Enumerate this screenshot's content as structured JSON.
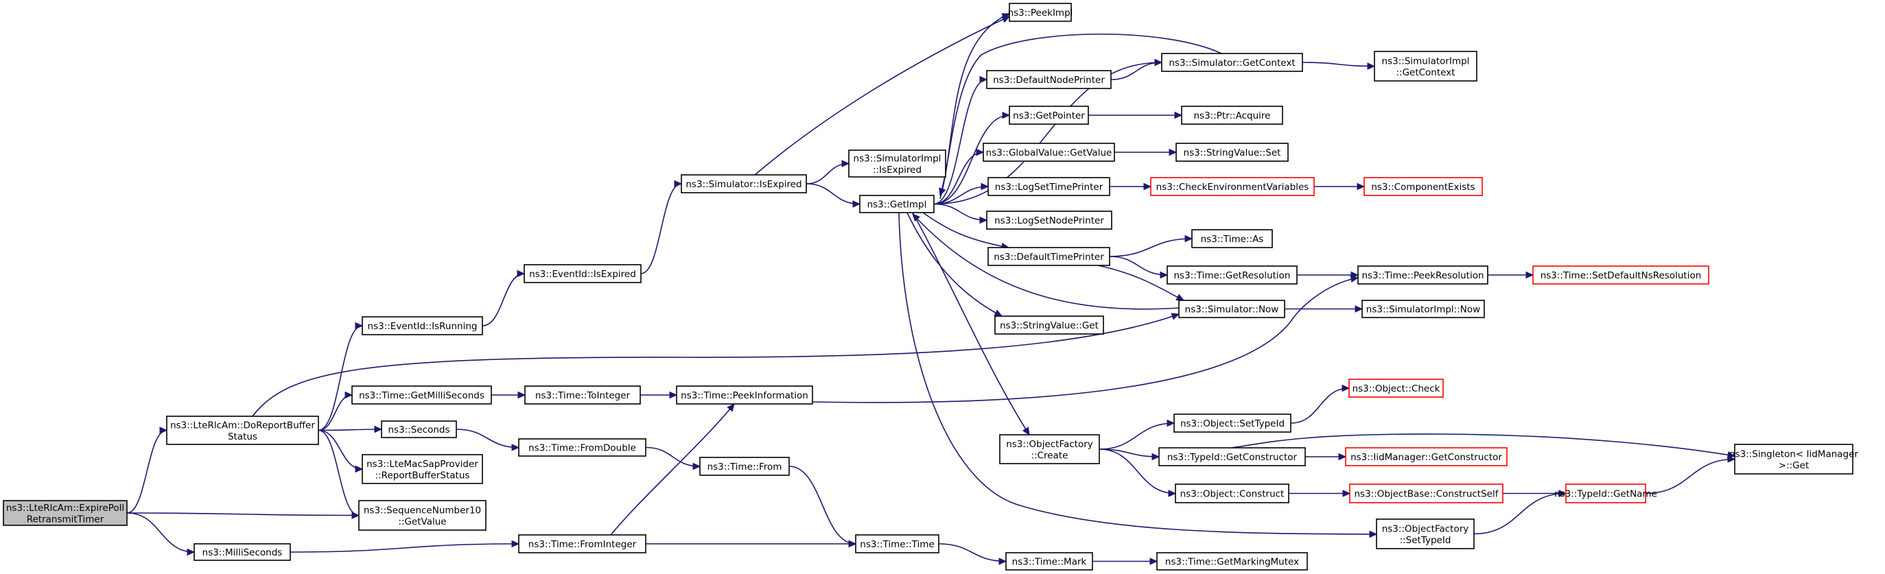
{
  "colors": {
    "edge": "#191970",
    "root_fill": "#bfbfbf",
    "normal_border": "#000000",
    "truncated_border": "#ff0000",
    "node_fill": "#ffffff"
  },
  "nodes": [
    {
      "id": "root",
      "lines": [
        "ns3::LteRlcAm::ExpirePoll",
        "RetransmitTimer"
      ],
      "style": "root"
    },
    {
      "id": "doReport",
      "lines": [
        "ns3::LteRlcAm::DoReportBuffer",
        "Status"
      ],
      "style": "normal"
    },
    {
      "id": "milliSeconds",
      "lines": [
        "ns3::MilliSeconds"
      ],
      "style": "normal"
    },
    {
      "id": "seqGetValue",
      "lines": [
        "ns3::SequenceNumber10",
        "::GetValue"
      ],
      "style": "normal"
    },
    {
      "id": "isRunning",
      "lines": [
        "ns3::EventId::IsRunning"
      ],
      "style": "normal"
    },
    {
      "id": "getMilliSeconds",
      "lines": [
        "ns3::Time::GetMilliSeconds"
      ],
      "style": "normal"
    },
    {
      "id": "seconds",
      "lines": [
        "ns3::Seconds"
      ],
      "style": "normal"
    },
    {
      "id": "macSap",
      "lines": [
        "ns3::LteMacSapProvider",
        "::ReportBufferStatus"
      ],
      "style": "normal"
    },
    {
      "id": "simNow",
      "lines": [
        "ns3::Simulator::Now"
      ],
      "style": "normal"
    },
    {
      "id": "eventIsExpired",
      "lines": [
        "ns3::EventId::IsExpired"
      ],
      "style": "normal"
    },
    {
      "id": "toInteger",
      "lines": [
        "ns3::Time::ToInteger"
      ],
      "style": "normal"
    },
    {
      "id": "fromDouble",
      "lines": [
        "ns3::Time::FromDouble"
      ],
      "style": "normal"
    },
    {
      "id": "fromInteger",
      "lines": [
        "ns3::Time::FromInteger"
      ],
      "style": "normal"
    },
    {
      "id": "simIsExpired",
      "lines": [
        "ns3::Simulator::IsExpired"
      ],
      "style": "normal"
    },
    {
      "id": "peekInformation",
      "lines": [
        "ns3::Time::PeekInformation"
      ],
      "style": "normal"
    },
    {
      "id": "timeFrom",
      "lines": [
        "ns3::Time::From"
      ],
      "style": "normal"
    },
    {
      "id": "peekImpl",
      "lines": [
        "ns3::PeekImpl"
      ],
      "style": "normal"
    },
    {
      "id": "simImplIsExpired",
      "lines": [
        "ns3::SimulatorImpl",
        "::IsExpired"
      ],
      "style": "normal"
    },
    {
      "id": "getImpl",
      "lines": [
        "ns3::GetImpl"
      ],
      "style": "normal"
    },
    {
      "id": "timeTime",
      "lines": [
        "ns3::Time::Time"
      ],
      "style": "normal"
    },
    {
      "id": "defaultNodePrinter",
      "lines": [
        "ns3::DefaultNodePrinter"
      ],
      "style": "normal"
    },
    {
      "id": "getPointer",
      "lines": [
        "ns3::GetPointer"
      ],
      "style": "normal"
    },
    {
      "id": "globalValueGet",
      "lines": [
        "ns3::GlobalValue::GetValue"
      ],
      "style": "normal"
    },
    {
      "id": "logSetTimePrinter",
      "lines": [
        "ns3::LogSetTimePrinter"
      ],
      "style": "normal"
    },
    {
      "id": "logSetNodePrinter",
      "lines": [
        "ns3::LogSetNodePrinter"
      ],
      "style": "normal"
    },
    {
      "id": "defaultTimePrinter",
      "lines": [
        "ns3::DefaultTimePrinter"
      ],
      "style": "normal"
    },
    {
      "id": "stringValueGet",
      "lines": [
        "ns3::StringValue::Get"
      ],
      "style": "normal"
    },
    {
      "id": "objFactoryCreate",
      "lines": [
        "ns3::ObjectFactory",
        "::Create"
      ],
      "style": "normal"
    },
    {
      "id": "timeMark",
      "lines": [
        "ns3::Time::Mark"
      ],
      "style": "normal"
    },
    {
      "id": "simGetContext",
      "lines": [
        "ns3::Simulator::GetContext"
      ],
      "style": "normal"
    },
    {
      "id": "ptrAcquire",
      "lines": [
        "ns3::Ptr::Acquire"
      ],
      "style": "normal"
    },
    {
      "id": "stringValueSet",
      "lines": [
        "ns3::StringValue::Set"
      ],
      "style": "normal"
    },
    {
      "id": "checkEnv",
      "lines": [
        "ns3::CheckEnvironmentVariables"
      ],
      "style": "truncated"
    },
    {
      "id": "timeAs",
      "lines": [
        "ns3::Time::As"
      ],
      "style": "normal"
    },
    {
      "id": "getResolution",
      "lines": [
        "ns3::Time::GetResolution"
      ],
      "style": "normal"
    },
    {
      "id": "objectCheck",
      "lines": [
        "ns3::Object::Check"
      ],
      "style": "truncated"
    },
    {
      "id": "setTypeId",
      "lines": [
        "ns3::Object::SetTypeId"
      ],
      "style": "normal"
    },
    {
      "id": "getConstructor",
      "lines": [
        "ns3::TypeId::GetConstructor"
      ],
      "style": "normal"
    },
    {
      "id": "objectConstruct",
      "lines": [
        "ns3::Object::Construct"
      ],
      "style": "normal"
    },
    {
      "id": "getMarkingMutex",
      "lines": [
        "ns3::Time::GetMarkingMutex"
      ],
      "style": "normal"
    },
    {
      "id": "simImplGetContext",
      "lines": [
        "ns3::SimulatorImpl",
        "::GetContext"
      ],
      "style": "normal"
    },
    {
      "id": "componentExists",
      "lines": [
        "ns3::ComponentExists"
      ],
      "style": "truncated"
    },
    {
      "id": "peekResolution",
      "lines": [
        "ns3::Time::PeekResolution"
      ],
      "style": "normal"
    },
    {
      "id": "simImplNow",
      "lines": [
        "ns3::SimulatorImpl::Now"
      ],
      "style": "normal"
    },
    {
      "id": "iidGetConstructor",
      "lines": [
        "ns3::IidManager::GetConstructor"
      ],
      "style": "truncated"
    },
    {
      "id": "constructSelf",
      "lines": [
        "ns3::ObjectBase::ConstructSelf"
      ],
      "style": "truncated"
    },
    {
      "id": "objFactorySetTypeId",
      "lines": [
        "ns3::ObjectFactory",
        "::SetTypeId"
      ],
      "style": "normal"
    },
    {
      "id": "setDefaultNsRes",
      "lines": [
        "ns3::Time::SetDefaultNsResolution"
      ],
      "style": "truncated"
    },
    {
      "id": "typeIdGetName",
      "lines": [
        "ns3::TypeId::GetName"
      ],
      "style": "truncated"
    },
    {
      "id": "singletonGet",
      "lines": [
        "ns3::Singleton< IidManager",
        " >::Get"
      ],
      "style": "normal"
    }
  ],
  "edges": [
    [
      "root",
      "doReport"
    ],
    [
      "root",
      "seqGetValue"
    ],
    [
      "root",
      "milliSeconds"
    ],
    [
      "doReport",
      "isRunning"
    ],
    [
      "doReport",
      "getMilliSeconds"
    ],
    [
      "doReport",
      "seconds"
    ],
    [
      "doReport",
      "macSap"
    ],
    [
      "doReport",
      "seqGetValue"
    ],
    [
      "doReport",
      "simNow"
    ],
    [
      "milliSeconds",
      "fromInteger"
    ],
    [
      "isRunning",
      "eventIsExpired"
    ],
    [
      "eventIsExpired",
      "simIsExpired"
    ],
    [
      "simIsExpired",
      "peekImpl"
    ],
    [
      "simIsExpired",
      "simImplIsExpired"
    ],
    [
      "simIsExpired",
      "getImpl"
    ],
    [
      "getImpl",
      "peekImpl"
    ],
    [
      "getImpl",
      "simGetContext"
    ],
    [
      "getImpl",
      "defaultNodePrinter"
    ],
    [
      "getImpl",
      "getPointer"
    ],
    [
      "getImpl",
      "globalValueGet"
    ],
    [
      "getImpl",
      "logSetTimePrinter"
    ],
    [
      "getImpl",
      "logSetNodePrinter"
    ],
    [
      "getImpl",
      "defaultTimePrinter"
    ],
    [
      "getImpl",
      "stringValueGet"
    ],
    [
      "getImpl",
      "objFactoryCreate"
    ],
    [
      "getImpl",
      "objFactorySetTypeId"
    ],
    [
      "defaultNodePrinter",
      "simGetContext"
    ],
    [
      "simGetContext",
      "getImpl"
    ],
    [
      "simGetContext",
      "simImplGetContext"
    ],
    [
      "getPointer",
      "ptrAcquire"
    ],
    [
      "globalValueGet",
      "stringValueSet"
    ],
    [
      "logSetTimePrinter",
      "checkEnv"
    ],
    [
      "checkEnv",
      "componentExists"
    ],
    [
      "defaultTimePrinter",
      "timeAs"
    ],
    [
      "defaultTimePrinter",
      "getResolution"
    ],
    [
      "defaultTimePrinter",
      "simNow"
    ],
    [
      "simNow",
      "getImpl"
    ],
    [
      "simNow",
      "simImplNow"
    ],
    [
      "getResolution",
      "peekResolution"
    ],
    [
      "peekResolution",
      "setDefaultNsRes"
    ],
    [
      "getMilliSeconds",
      "toInteger"
    ],
    [
      "toInteger",
      "peekInformation"
    ],
    [
      "peekInformation",
      "peekResolution"
    ],
    [
      "seconds",
      "fromDouble"
    ],
    [
      "fromDouble",
      "timeFrom"
    ],
    [
      "timeFrom",
      "timeTime"
    ],
    [
      "fromInteger",
      "peekInformation"
    ],
    [
      "fromInteger",
      "timeTime"
    ],
    [
      "timeTime",
      "timeMark"
    ],
    [
      "timeMark",
      "getMarkingMutex"
    ],
    [
      "objFactoryCreate",
      "setTypeId"
    ],
    [
      "objFactoryCreate",
      "getConstructor"
    ],
    [
      "objFactoryCreate",
      "objectConstruct"
    ],
    [
      "setTypeId",
      "objectCheck"
    ],
    [
      "getConstructor",
      "iidGetConstructor"
    ],
    [
      "getConstructor",
      "singletonGet"
    ],
    [
      "objectConstruct",
      "constructSelf"
    ],
    [
      "constructSelf",
      "typeIdGetName"
    ],
    [
      "objFactorySetTypeId",
      "typeIdGetName"
    ],
    [
      "typeIdGetName",
      "singletonGet"
    ]
  ]
}
